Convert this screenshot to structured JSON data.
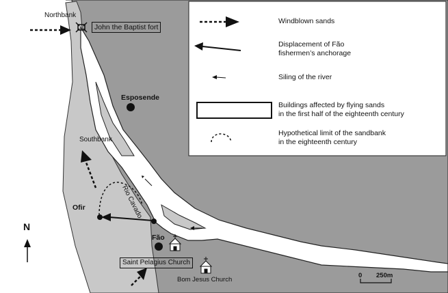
{
  "places": {
    "northbank": "Northbank",
    "fort": "John the Baptist fort",
    "esposende": "Esposende",
    "southbank": "Southbank",
    "rio_cavado": "Rio Cavado",
    "ofir": "Ofir",
    "fao": "Fão",
    "saint_pelagius": "Saint Pelagius Church",
    "bom_jesus": "Bom Jesus Church"
  },
  "north_arrow": "N",
  "scale_bar": {
    "zero": "0",
    "distance": "250m"
  },
  "legend": {
    "windblown": "Windblown sands",
    "displacement_line1": "Displacement of Fão",
    "displacement_line2": "fishermen’s anchorage",
    "silting": "Siling of the river",
    "buildings_line1": "Buildings affected by flying sands",
    "buildings_line2": "in the first half of the eighteenth century",
    "limit_line1": "Hypothetical limit of the sandbank",
    "limit_line2": "in the eighteenth century"
  },
  "colors": {
    "sea": "#ffffff",
    "land": "#9b9b9b",
    "sandbank": "#c8c8c8",
    "river": "#ffffff",
    "ink": "#111111"
  }
}
